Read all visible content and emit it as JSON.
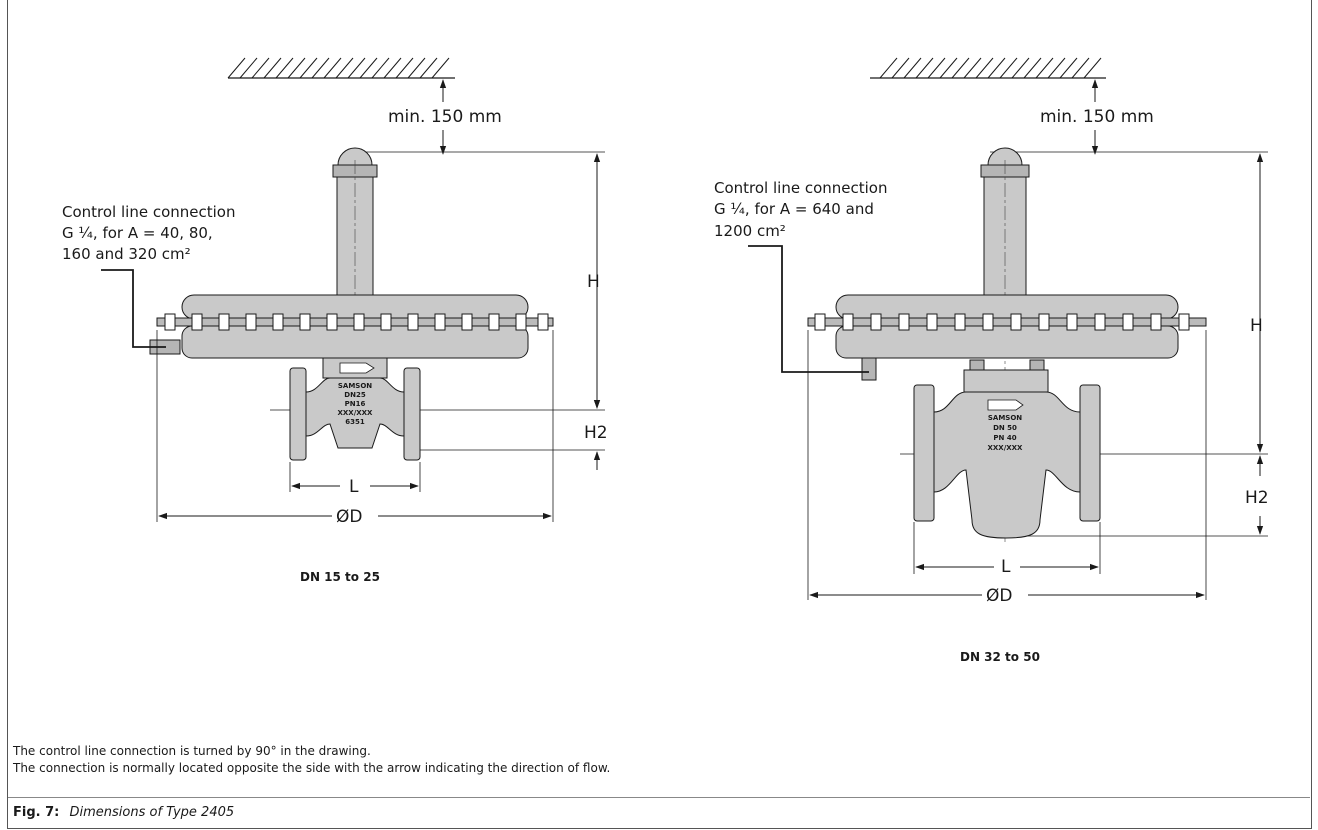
{
  "left_view": {
    "clearance": "min. 150 mm",
    "connection_label": [
      "Control line connection",
      "G ¼, for A = 40, 80,",
      "160 and 320 cm²"
    ],
    "dim_H": "H",
    "dim_H2": "H2",
    "dim_L": "L",
    "dim_D": "ØD",
    "plate": [
      "SAMSON",
      "DN25",
      "PN16",
      "XXX/XXX",
      "6351"
    ],
    "caption": "DN 15 to 25"
  },
  "right_view": {
    "clearance": "min. 150 mm",
    "connection_label": [
      "Control line connection",
      "G ¼, for A = 640 and",
      "1200 cm²"
    ],
    "dim_H": "H",
    "dim_H2": "H2",
    "dim_L": "L",
    "dim_D": "ØD",
    "plate": [
      "SAMSON",
      "DN 50",
      "PN 40",
      "XXX/XXX"
    ],
    "caption": "DN 32 to 50"
  },
  "notes": [
    "The control line connection is turned by 90° in the drawing.",
    "The connection is normally located opposite the side with the arrow indicating the direction of flow."
  ],
  "figure": {
    "number": "Fig. 7:",
    "title": "Dimensions of Type 2405"
  },
  "colors": {
    "body_fill": "#c9c9c9",
    "body_dark": "#a9a9a9",
    "line": "#1a1a1a"
  }
}
